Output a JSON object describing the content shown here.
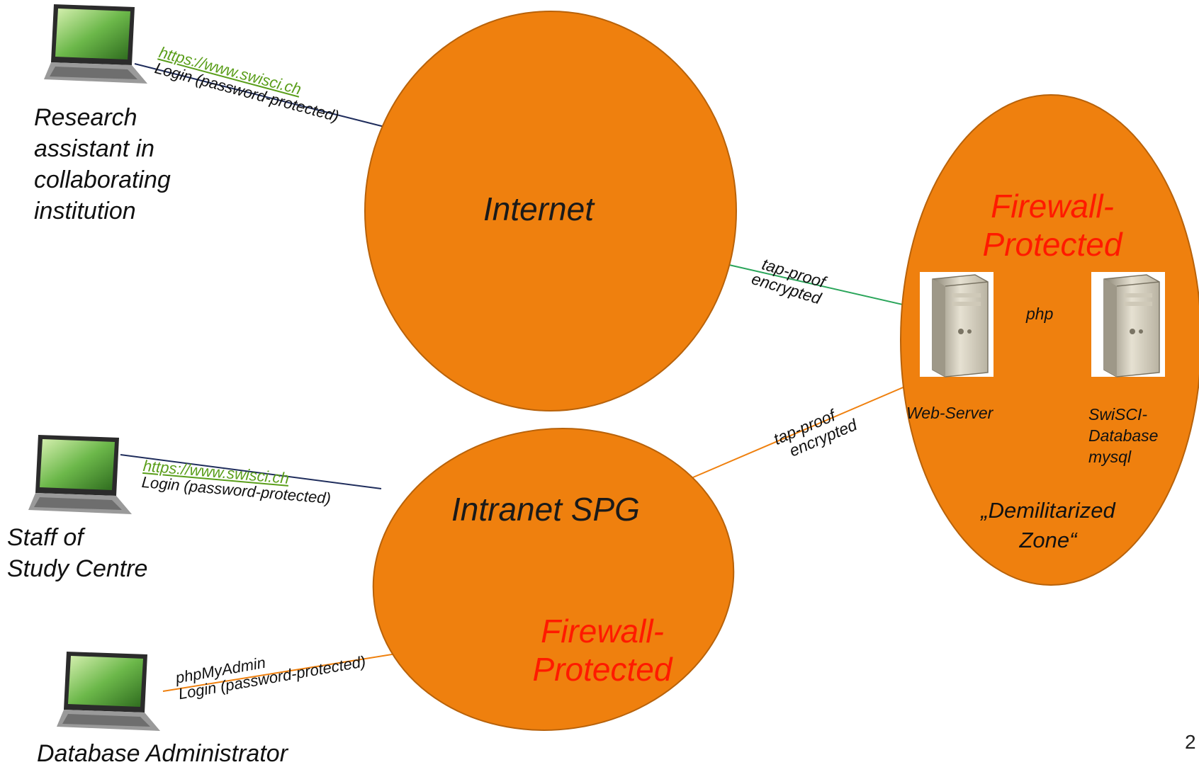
{
  "clouds": {
    "internet": "Internet",
    "intranet": "Intranet SPG",
    "intranet_firewall": "Firewall-\nProtected",
    "dmz_firewall": "Firewall-\nProtected",
    "dmz_label": "„Demilitarized\nZone“"
  },
  "clients": {
    "research": {
      "label": "Research\nassistant in\ncollaborating\ninstitution",
      "url": "https://www.swisci.ch",
      "login": "Login (password-protected)"
    },
    "staff": {
      "label": "Staff of\nStudy Centre",
      "url": "https://www.swisci.ch",
      "login": "Login (password-protected)"
    },
    "admin": {
      "label": "Database Administrator",
      "tool": "phpMyAdmin",
      "login": "Login (password-protected)"
    }
  },
  "links": {
    "internet_web": [
      "tap-proof",
      "encrypted"
    ],
    "intranet_web": [
      "tap-proof",
      "encrypted"
    ],
    "web_db": "php"
  },
  "servers": {
    "web": "Web-Server",
    "db": "SwiSCI-\nDatabase\nmysql"
  },
  "colors": {
    "cloud_fill": "#ef800e",
    "cloud_stroke": "#b8620a",
    "red_text": "#ff1a00",
    "url_green": "#5a9e1a",
    "line_navy": "#1f2d5c",
    "line_green": "#2aa55a",
    "line_orange": "#ef800e",
    "line_red": "#e02020"
  },
  "page_number": "2"
}
